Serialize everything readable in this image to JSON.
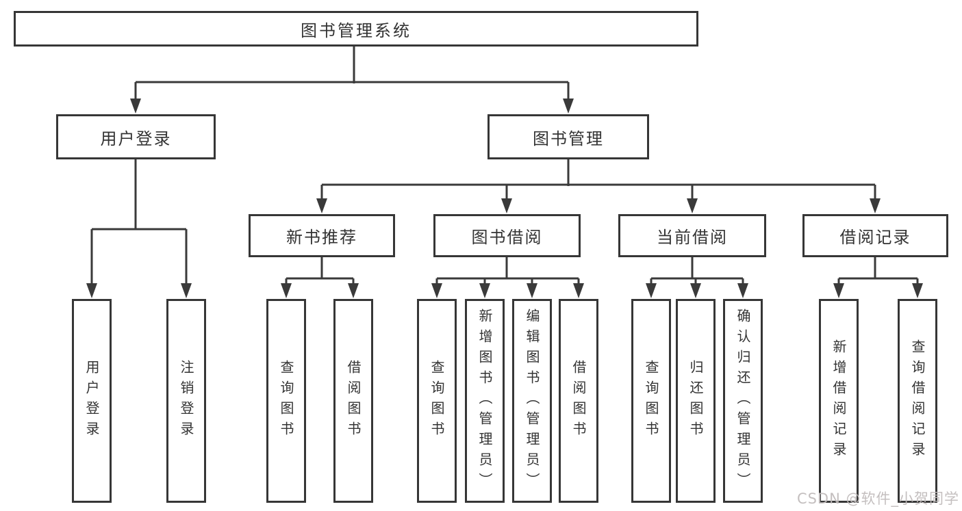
{
  "diagram": {
    "nodes": {
      "root": "图书管理系统",
      "l2": [
        "用户登录",
        "图书管理"
      ],
      "l3": [
        "新书推荐",
        "图书借阅",
        "当前借阅",
        "借阅记录"
      ],
      "leaves": [
        "用户登录",
        "注销登录",
        "查询图书",
        "借阅图书",
        "查询图书",
        "新增图书（管理员）",
        "编辑图书（管理员）",
        "借阅图书",
        "查询图书",
        "归还图书",
        "确认归还（管理员）",
        "新增借阅记录",
        "查询借阅记录"
      ]
    },
    "colors": {
      "line": "#3a3a3a",
      "border": "#363636",
      "text": "#333333",
      "background": "#ffffff",
      "watermark": "#c1bcbc"
    },
    "watermark": "CSDN @软件_小贺同学"
  }
}
